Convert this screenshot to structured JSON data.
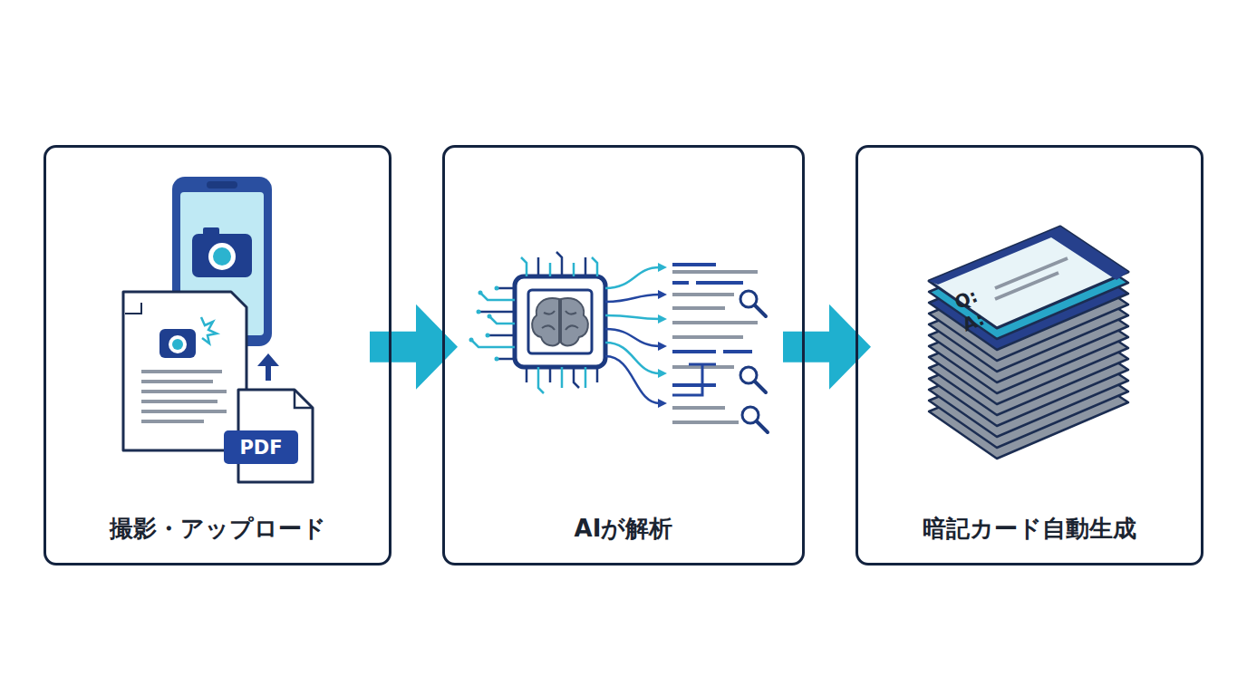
{
  "diagram": {
    "nodes": [
      {
        "text": [
          "撮影・アップロード"
        ]
      },
      {
        "text": [
          "AIが解析"
        ]
      },
      {
        "text": [
          "暗記カード自動生成"
        ]
      }
    ],
    "edges": [
      {
        "from": 0,
        "to": 1,
        "arrow": "to"
      },
      {
        "from": 1,
        "to": 2,
        "arrow": "to"
      }
    ],
    "labels": [
      "PDF",
      "Q:",
      "A:"
    ]
  }
}
